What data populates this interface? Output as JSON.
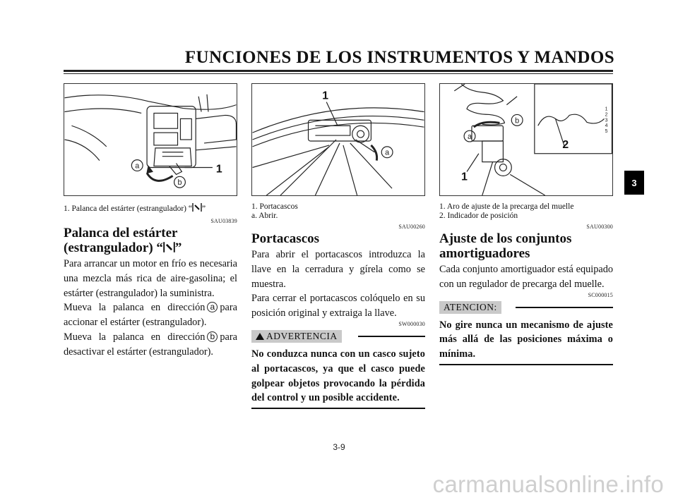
{
  "header": {
    "title": "FUNCIONES DE LOS INSTRUMENTOS Y MANDOS"
  },
  "col1": {
    "figure": {
      "label_a": "a",
      "label_b": "b",
      "label_1": "1"
    },
    "caption1_pre": "1.  Palanca del estárter (estrangulador) “",
    "caption1_post": "”",
    "code": "SAU03839",
    "title_line1": "Palanca del estárter",
    "title_line2_pre": "(estrangulador) “",
    "title_line2_post": "”",
    "para1": "Para arrancar un motor en frío es nece­saria una mezcla más rica de aire-gaso­lina; el estárter (estrangulador) la sumi­nistra.",
    "para2_pre": "Mueva la palanca en dirección",
    "para2_circ": "a",
    "para2_post": "para accionar el estárter (estrangulador).",
    "para3_pre": "Mueva la palanca en dirección",
    "para3_circ": "b",
    "para3_post": "para desactivar el estárter (estrangulador)."
  },
  "col2": {
    "figure": {
      "label_1": "1",
      "label_a": "a"
    },
    "caption1": "1.  Portacascos",
    "caption2": "a.  Abrir.",
    "code": "SAU00260",
    "title": "Portacascos",
    "para1": "Para abrir el portacascos introduzca la llave en la cerradura y gírela como se muestra.",
    "para2": "Para cerrar el portacascos colóquelo en su posición original y extraiga la llave.",
    "code2": "SW000030",
    "warning_label": "ADVERTENCIA",
    "warning_text": "No conduzca nunca con un casco sujeto al portacascos, ya que el casco puede golpear objetos provocando la pérdida del control y un posible acci­dente."
  },
  "col3": {
    "figure": {
      "label_a": "a",
      "label_b": "b",
      "label_1": "1",
      "label_2": "2",
      "scale": [
        "1",
        "2",
        "3",
        "4",
        "5"
      ]
    },
    "caption1": "1.  Aro de ajuste de la precarga del muelle",
    "caption2": "2.  Indicador de posición",
    "code": "SAU00300",
    "title_line1": "Ajuste de los conjuntos",
    "title_line2": "amortiguadores",
    "para1": "Cada conjunto amortiguador está equi­pado con un regulador de precarga del muelle.",
    "code2": "SC000015",
    "caution_label": "ATENCION:",
    "caution_text": "No gire nunca un mecanismo de ajuste más allá de las posiciones máxima o mínima."
  },
  "tab": {
    "label": "3"
  },
  "page_number": "3-9",
  "watermark": "carmanualsonline.info"
}
